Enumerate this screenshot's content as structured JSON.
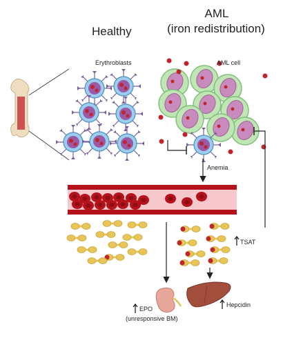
{
  "titles": {
    "healthy": "Healthy",
    "aml_line1": "AML",
    "aml_line2": "(iron redistribution)"
  },
  "labels": {
    "erythroblasts": "Erythroblasts",
    "aml_cell": "AML cell",
    "anemia": "Anemia",
    "tsat": "TSAT",
    "epo": "EPO",
    "epo_note": "(unresponsive BM)",
    "hepcidin": "Hepcidin"
  },
  "colors": {
    "blood_red": "#b5121b",
    "vessel_light": "#f7c9cc",
    "aml_green": "#b9e3b0",
    "aml_pink": "#c98bbd",
    "transferrin_yellow": "#e8c558",
    "erythroblast_blue": "#6fb3e0"
  }
}
